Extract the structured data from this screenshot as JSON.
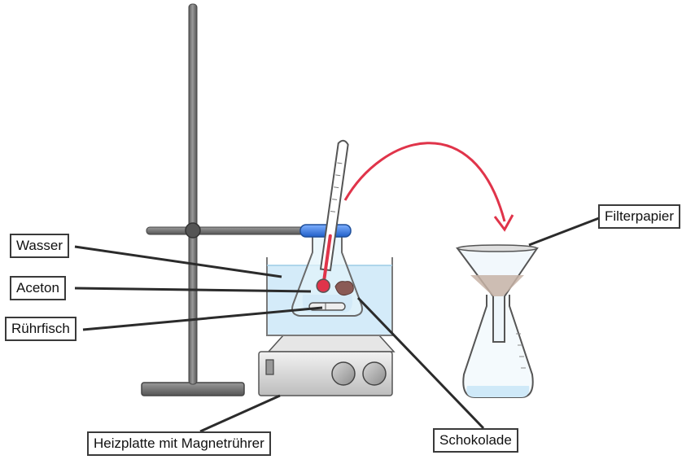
{
  "labels": {
    "wasser": "Wasser",
    "aceton": "Aceton",
    "ruehrfisch": "Rührfisch",
    "heizplatte": "Heizplatte mit Magnetrührer",
    "schokolade": "Schokolade",
    "filterpapier": "Filterpapier"
  },
  "colors": {
    "stand": "#6e6e6e",
    "clamp": "#2f6fd6",
    "water": "#cfe9f8",
    "arrow": "#e0344a",
    "thermometer_liquid": "#e0344a",
    "chocolate": "#8a5a55",
    "leader_lines": "#2b2b2b"
  }
}
